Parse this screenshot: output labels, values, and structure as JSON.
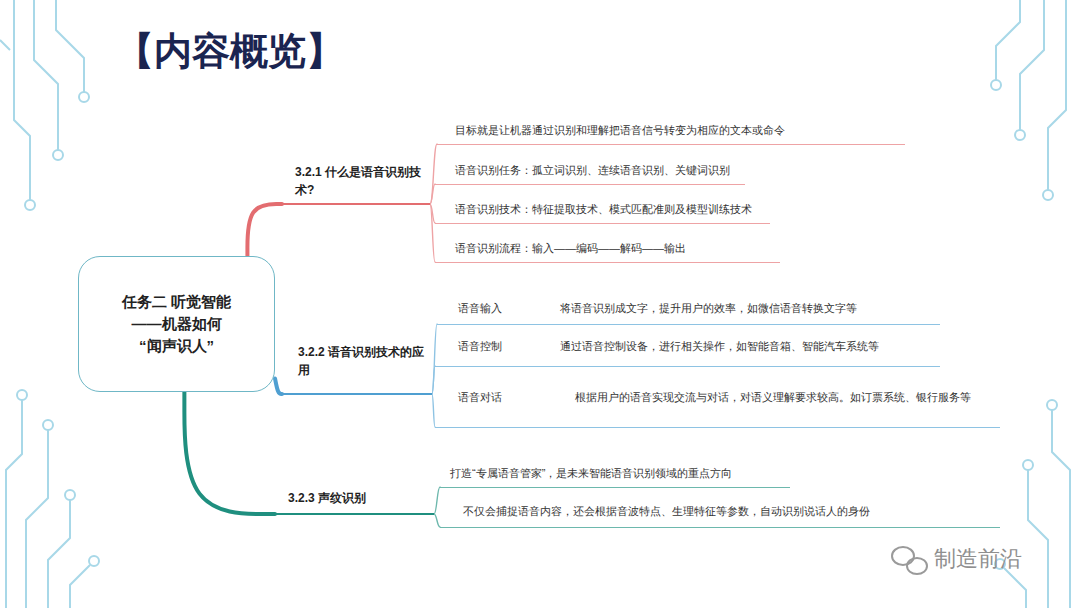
{
  "diagram": {
    "title": "【内容概览】",
    "nodes": [
      {
        "text": [
          "任务二 听觉智能 ——机器如何 “闻声识人”"
        ]
      },
      {
        "text": [
          "3.2.1 什么是语音识别技术?"
        ]
      },
      {
        "text": [
          "目标就是让机器通过识别和理解把语音信号转变为相应的文本或命令"
        ]
      },
      {
        "text": [
          "语音识别任务：孤立词识别、连续语音识别、关键词识别"
        ]
      },
      {
        "text": [
          "语音识别技术：特征提取技术、模式匹配准则及模型训练技术"
        ]
      },
      {
        "text": [
          "语音识别流程：输入——编码——解码——输出"
        ]
      },
      {
        "text": [
          "3.2.2 语音识别技术的应用"
        ]
      },
      {
        "text": [
          "语音输入",
          "将语音识别成文字，提升用户的效率，如微信语音转换文字等"
        ]
      },
      {
        "text": [
          "语音控制",
          "通过语音控制设备，进行相关操作，如智能音箱、智能汽车系统等"
        ]
      },
      {
        "text": [
          "语音对话",
          "根据用户的语音实现交流与对话，对语义理解要求较高。如订票系统、银行服务等"
        ]
      },
      {
        "text": [
          "3.2.3 声纹识别"
        ]
      },
      {
        "text": [
          "打造“专属语音管家”，是未来智能语音识别领域的重点方向"
        ]
      },
      {
        "text": [
          "不仅会捕捉语音内容，还会根据音波特点、生理特征等参数，自动识别说话人的身份"
        ]
      }
    ],
    "edges": [
      {
        "from": 0,
        "to": 1,
        "arrow": "none"
      },
      {
        "from": 1,
        "to": 2,
        "arrow": "none"
      },
      {
        "from": 1,
        "to": 3,
        "arrow": "none"
      },
      {
        "from": 1,
        "to": 4,
        "arrow": "none"
      },
      {
        "from": 1,
        "to": 5,
        "arrow": "none"
      },
      {
        "from": 0,
        "to": 6,
        "arrow": "none"
      },
      {
        "from": 6,
        "to": 7,
        "arrow": "none"
      },
      {
        "from": 6,
        "to": 8,
        "arrow": "none"
      },
      {
        "from": 6,
        "to": 9,
        "arrow": "none"
      },
      {
        "from": 0,
        "to": 10,
        "arrow": "none"
      },
      {
        "from": 10,
        "to": 11,
        "arrow": "none"
      },
      {
        "from": 10,
        "to": 12,
        "arrow": "none"
      }
    ],
    "labels": [
      "制造前沿"
    ]
  }
}
